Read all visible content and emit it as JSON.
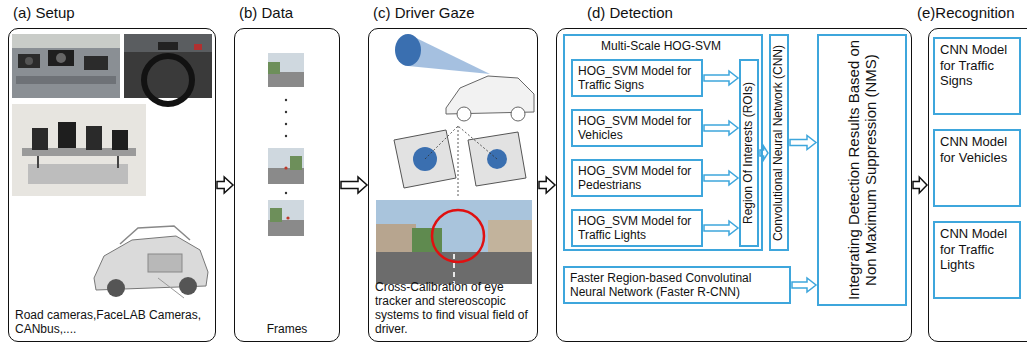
{
  "diagram": {
    "nodes": [
      {
        "text": [
          "(a) Setup",
          "Road cameras,FaceLAB Cameras, CANbus,...."
        ]
      },
      {
        "text": [
          "(b) Data",
          "Frames"
        ]
      },
      {
        "text": [
          "(c) Driver Gaze",
          "Cross-Calibration of eye tracker and stereoscopic systems to find visual field of driver."
        ]
      },
      {
        "text": [
          "(d) Detection"
        ]
      },
      {
        "text": [
          "Multi-Scale HOG-SVM"
        ],
        "in": 3
      },
      {
        "text": [
          "HOG_SVM Model for Traffic Signs"
        ],
        "in": 4
      },
      {
        "text": [
          "HOG_SVM Model for Vehicles"
        ],
        "in": 4
      },
      {
        "text": [
          "HOG_SVM Model for Pedestrians"
        ],
        "in": 4
      },
      {
        "text": [
          "HOG_SVM Model for Traffic Lights"
        ],
        "in": 4
      },
      {
        "text": [
          "Region Of Interests (ROIs)"
        ],
        "in": 4
      },
      {
        "text": [
          "Convolutional Neural Network (CNN)"
        ],
        "in": 3
      },
      {
        "text": [
          "Faster Region-based Convolutinal Neural Network (Faster R-CNN)"
        ],
        "in": 3
      },
      {
        "text": [
          "Integrating Detection Results Based on Non Maximum Suppression (NMS)"
        ],
        "in": 3
      },
      {
        "text": [
          "(e)Recognition"
        ]
      },
      {
        "text": [
          "CNN Model for Traffic Signs"
        ],
        "in": 13
      },
      {
        "text": [
          "CNN Model for Vehicles"
        ],
        "in": 13
      },
      {
        "text": [
          "CNN Model for Traffic Lights"
        ],
        "in": 13
      }
    ],
    "edges": [
      {
        "from": 0,
        "to": 1,
        "arrow": "to"
      },
      {
        "from": 1,
        "to": 2,
        "arrow": "to"
      },
      {
        "from": 2,
        "to": 3,
        "arrow": "to"
      },
      {
        "from": 5,
        "to": 9,
        "arrow": "to"
      },
      {
        "from": 6,
        "to": 9,
        "arrow": "to"
      },
      {
        "from": 7,
        "to": 9,
        "arrow": "to"
      },
      {
        "from": 8,
        "to": 9,
        "arrow": "to"
      },
      {
        "from": 9,
        "to": 10,
        "arrow": "to"
      },
      {
        "from": 10,
        "to": 12,
        "arrow": "to"
      },
      {
        "from": 11,
        "to": 12,
        "arrow": "to"
      },
      {
        "from": 3,
        "to": 13,
        "arrow": "to"
      }
    ]
  }
}
